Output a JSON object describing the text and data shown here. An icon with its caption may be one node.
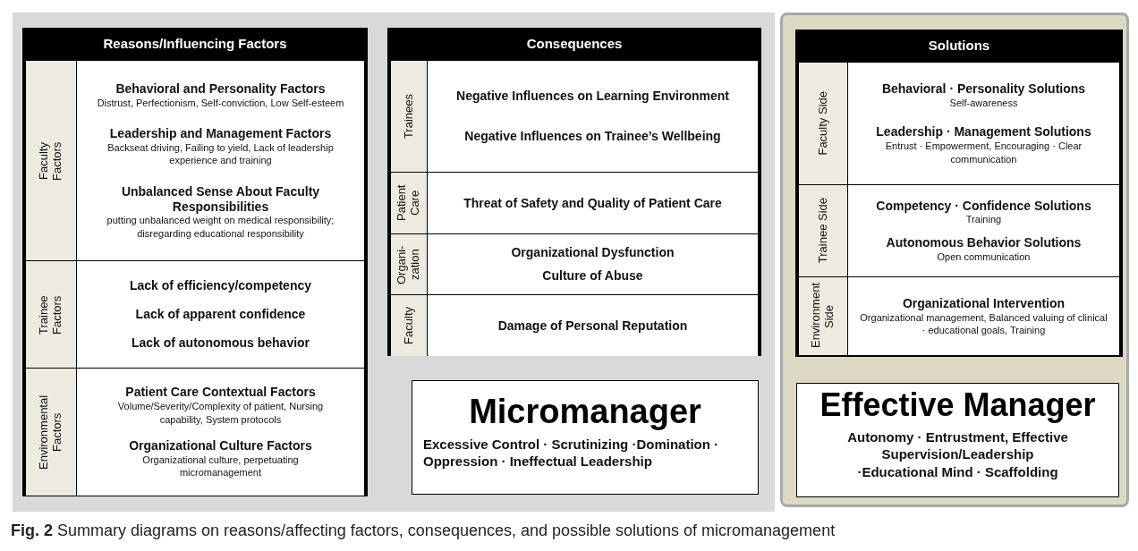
{
  "diagram": {
    "caption": "**Fig. 2** Summary diagrams on reasons/affecting factors, consequences, and possible solutions of micromanagement",
    "nodes": [
      {
        "text": [],
        "shape": "box"
      },
      {
        "text": [
          "Reasons/Influencing Factors"
        ],
        "in": 0
      },
      {
        "text": [
          "Faculty Factors"
        ],
        "in": 1
      },
      {
        "text": [
          "Behavioral and Personality Factors",
          "Distrust, Perfectionism, Self-conviction, Low Self-esteem",
          "Leadership and Management Factors",
          "Backseat driving, Failing to yield, Lack of leadership experience and training",
          "Unbalanced Sense About Faculty Responsibilities",
          "putting unbalanced weight on medical responsibility; disregarding educational responsibility"
        ],
        "in": 1
      },
      {
        "text": [
          "Trainee Factors"
        ],
        "in": 1
      },
      {
        "text": [
          "Lack of efficiency/competency",
          "Lack of apparent confidence",
          "Lack of autonomous behavior"
        ],
        "in": 1
      },
      {
        "text": [
          "Environmental Factors"
        ],
        "in": 1
      },
      {
        "text": [
          "Patient Care Contextual Factors",
          "Volume/Severity/Complexity of patient, Nursing capability, System protocols",
          "Organizational Culture Factors",
          "Organizational culture, perpetuating micromanagement"
        ],
        "in": 1
      },
      {
        "text": [
          "Consequences"
        ],
        "in": 0
      },
      {
        "text": [
          "Trainees"
        ],
        "in": 8
      },
      {
        "text": [
          "Negative Influences on Learning Environment",
          "Negative Influences on Trainee’s Wellbeing"
        ],
        "in": 8
      },
      {
        "text": [
          "Patient Care"
        ],
        "in": 8
      },
      {
        "text": [
          "Threat of Safety and Quality of Patient Care"
        ],
        "in": 8
      },
      {
        "text": [
          "Organi-zation"
        ],
        "in": 8
      },
      {
        "text": [
          "Organizational Dysfunction",
          "Culture of Abuse"
        ],
        "in": 8
      },
      {
        "text": [
          "Faculty"
        ],
        "in": 8
      },
      {
        "text": [
          "Damage of Personal Reputation"
        ],
        "in": 8
      },
      {
        "text": [
          "Micromanager",
          "Excessive Control · Scrutinizing ·Domination · Oppression · Ineffectual Leadership"
        ],
        "in": 0
      },
      {
        "text": [],
        "shape": "box"
      },
      {
        "text": [
          "Solutions"
        ],
        "in": 18
      },
      {
        "text": [
          "Faculty Side"
        ],
        "in": 19
      },
      {
        "text": [
          "Behavioral · Personality Solutions",
          "Self-awareness",
          "Leadership · Management Solutions",
          "Entrust · Empowerment, Encouraging · Clear communication"
        ],
        "in": 19
      },
      {
        "text": [
          "Trainee Side"
        ],
        "in": 19
      },
      {
        "text": [
          "Competency · Confidence Solutions",
          "Training",
          "Autonomous Behavior Solutions",
          "Open communication"
        ],
        "in": 19
      },
      {
        "text": [
          "Environment Side"
        ],
        "in": 19
      },
      {
        "text": [
          "Organizational Intervention",
          "Organizational management, Balanced valuing of clinical · educational goals, Training"
        ],
        "in": 19
      },
      {
        "text": [
          "Effective Manager",
          "Autonomy · Entrustment, Effective Supervision/Leadership ·Educational Mind · Scaffolding"
        ],
        "in": 18
      }
    ]
  }
}
